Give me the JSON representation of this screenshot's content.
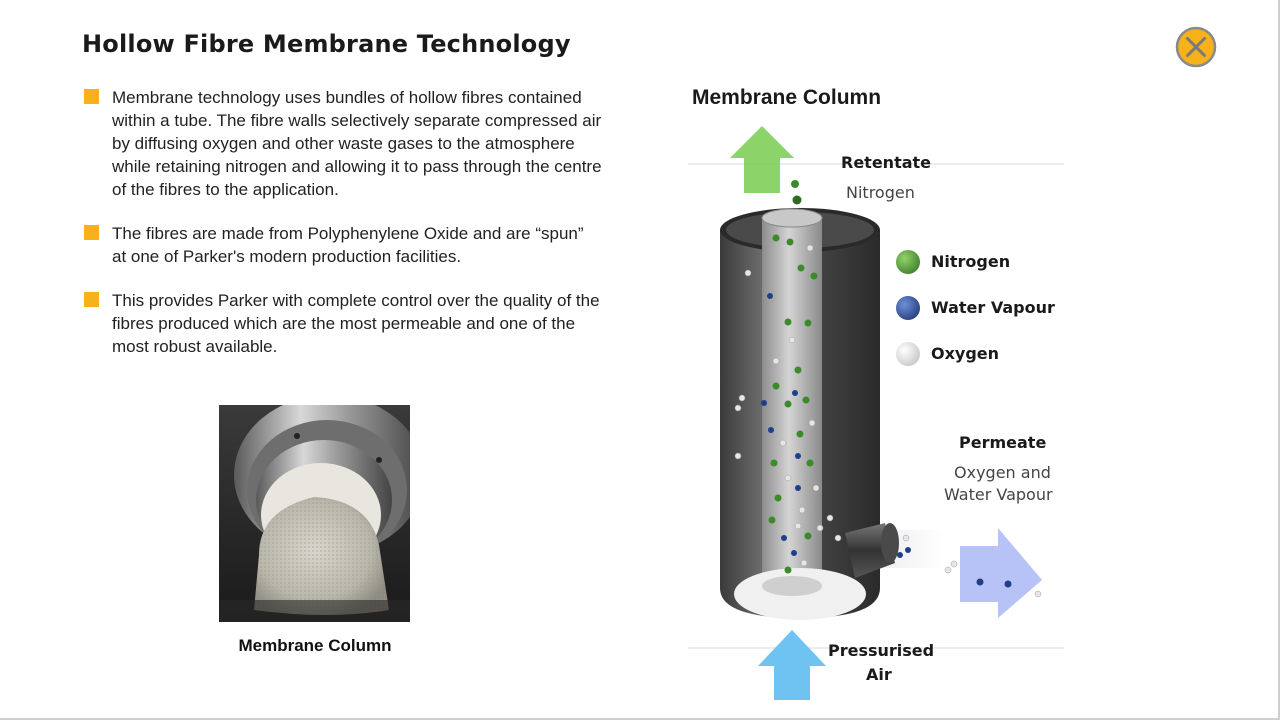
{
  "header": {
    "title": "Hollow Fibre Membrane Technology"
  },
  "close_icon": "close-circle-icon",
  "bullets": [
    "Membrane technology uses bundles of hollow fibres contained within a tube. The fibre walls selectively separate compressed air by diffusing oxygen and other waste gases to the atmosphere while retaining nitrogen and allowing it to pass through the centre of the fibres to the application.",
    "The fibres are made from Polyphenylene Oxide and are “spun” at one of Parker's modern production facilities.",
    "This provides Parker with complete control over the quality of the fibres produced which are the most permeable and one of the most robust available."
  ],
  "photo": {
    "caption": "Membrane Column"
  },
  "diagram": {
    "title": "Membrane Column",
    "retentate_label": "Retentate",
    "retentate_sub": "Nitrogen",
    "permeate_label": "Permeate",
    "permeate_sub_1": "Oxygen and",
    "permeate_sub_2": "Water Vapour",
    "inlet_label_1": "Pressurised",
    "inlet_label_2": "Air",
    "legend": [
      {
        "label": "Nitrogen",
        "color": "#3d8a2a"
      },
      {
        "label": "Water Vapour",
        "color": "#1f3f8a"
      },
      {
        "label": "Oxygen",
        "color": "#e6e6e6"
      }
    ]
  },
  "colors": {
    "bullet_accent": "#f7b21b",
    "close_button": "#f7b21b",
    "arrow_up_green": "#7fcf5a",
    "arrow_blue": "#6fc3f2",
    "arrow_permeate": "#aab9f5"
  }
}
